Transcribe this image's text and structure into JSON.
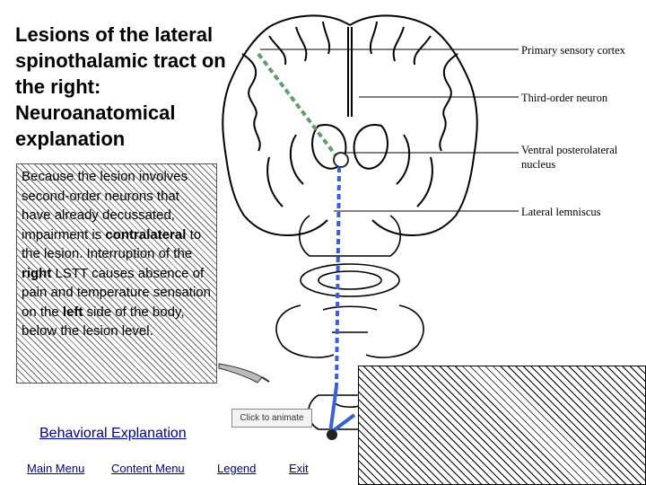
{
  "title": "Lesions of the lateral spinothalamic tract on the right: Neuroanatomical explanation",
  "explanation": {
    "part1": "Because the lesion involves second-order neurons that have already decussated, impairment is ",
    "contralateral": "contralateral",
    "part2": " to the lesion. Interruption of the ",
    "right": "right",
    "part3": " LSTT causes absence of pain and temperature sensation on the ",
    "left": "left",
    "part4": " side of the body, below the lesion level."
  },
  "animate_button": "Click to animate",
  "behavioral_link": "Behavioral Explanation",
  "nav": {
    "main_menu": "Main Menu",
    "content_menu": "Content Menu",
    "legend": "Legend",
    "exit": "Exit"
  },
  "labels": {
    "primary_sensory_cortex": "Primary sensory cortex",
    "third_order_neuron": "Third-order neuron",
    "vpl_nucleus": "Ventral posterolateral nucleus",
    "lateral_lemniscus": "Lateral lemniscus"
  },
  "colors": {
    "third_order_pathway": "#5f9e68",
    "second_order_pathway": "#3a5fdc",
    "link": "#00008b"
  },
  "icons": [
    "scalpel-icon"
  ]
}
